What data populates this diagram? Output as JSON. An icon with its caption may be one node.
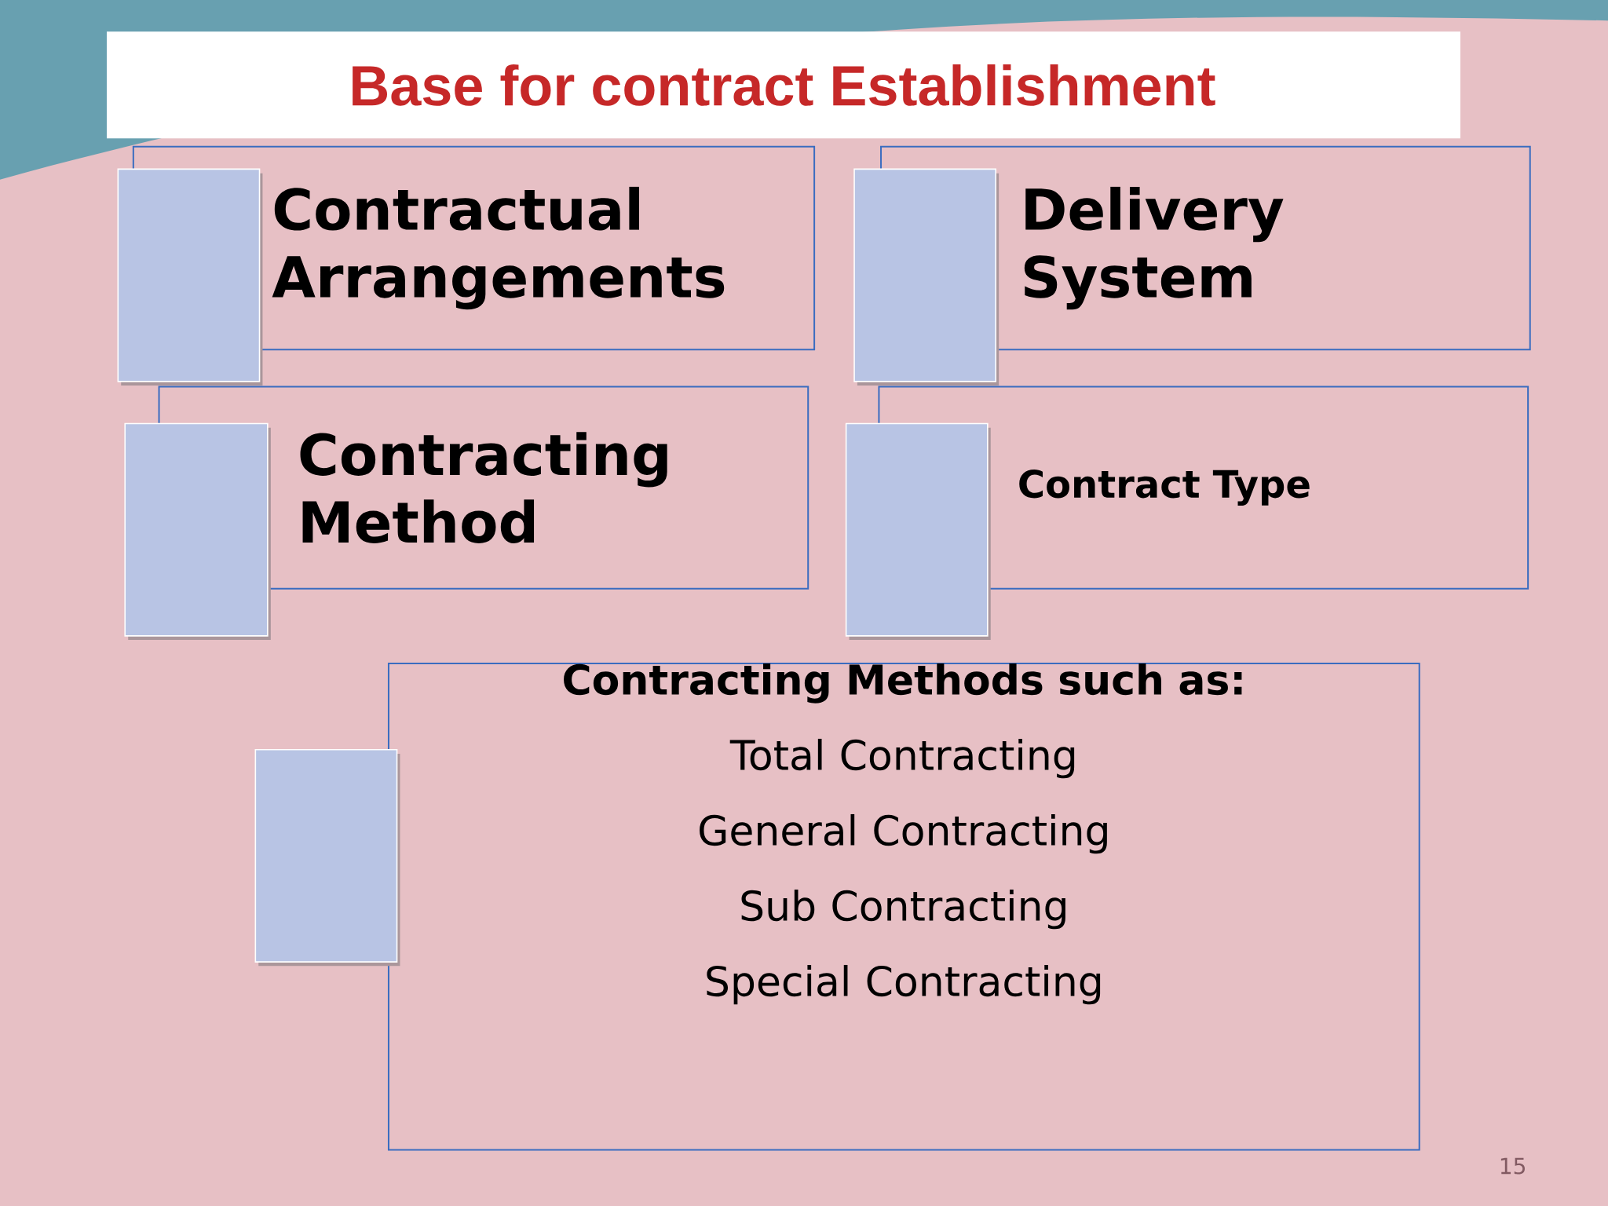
{
  "diagram": {
    "title": "Base for contract Establishment",
    "nodes": [
      {
        "text": [
          "Contractual Arrangements"
        ]
      },
      {
        "text": [],
        "shape": "box"
      },
      {
        "text": [
          "Delivery System"
        ]
      },
      {
        "text": [],
        "shape": "box"
      },
      {
        "text": [
          "Contracting Method"
        ]
      },
      {
        "text": [],
        "shape": "box"
      },
      {
        "text": [
          "Contract Type"
        ]
      },
      {
        "text": [],
        "shape": "box"
      },
      {
        "text": [
          "Contracting Methods such as:",
          "Total Contracting",
          "General Contracting",
          "Sub Contracting",
          "Special Contracting"
        ]
      },
      {
        "text": [],
        "shape": "box"
      }
    ],
    "labels": [
      "15"
    ]
  }
}
